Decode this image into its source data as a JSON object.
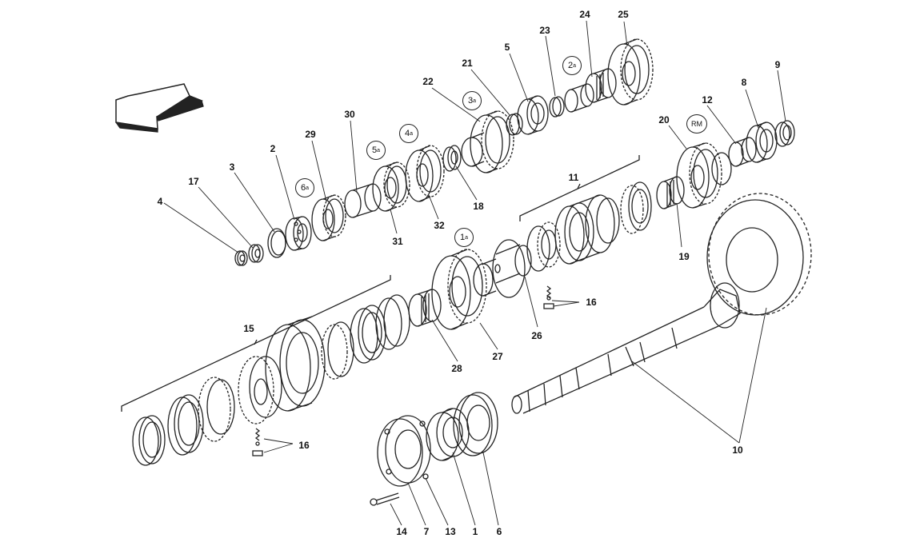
{
  "callouts": {
    "c1": "1",
    "c2": "2",
    "c3": "3",
    "c4": "4",
    "c5": "5",
    "c6": "6",
    "c7": "7",
    "c8": "8",
    "c9": "9",
    "c10": "10",
    "c11": "11",
    "c12": "12",
    "c13": "13",
    "c14": "14",
    "c15": "15",
    "c16a": "16",
    "c16b": "16",
    "c17": "17",
    "c18": "18",
    "c19": "19",
    "c20": "20",
    "c21": "21",
    "c22": "22",
    "c23": "23",
    "c24": "24",
    "c25": "25",
    "c26": "26",
    "c27": "27",
    "c28": "28",
    "c29": "29",
    "c30": "30",
    "c31": "31",
    "c32": "32"
  },
  "gear_marks": {
    "first": {
      "num": "1",
      "sup": "a"
    },
    "second": {
      "num": "2",
      "sup": "a"
    },
    "third": {
      "num": "3",
      "sup": "a"
    },
    "fourth": {
      "num": "4",
      "sup": "a"
    },
    "fifth": {
      "num": "5",
      "sup": "a"
    },
    "sixth": {
      "num": "6",
      "sup": "a"
    },
    "reverse": {
      "num": "RM",
      "sup": ""
    }
  },
  "icons": {
    "direction": "direction-arrow-icon"
  }
}
